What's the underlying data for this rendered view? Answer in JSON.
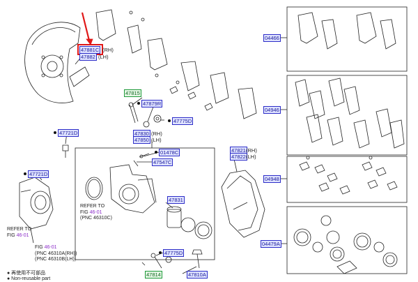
{
  "labels": {
    "p47881C": "47881C",
    "p47882": "47882",
    "p47815": "47815",
    "p47879R": "47879R",
    "p47775D_top": "47775D",
    "p47721D_a": "47721D",
    "p47721D_b": "47721D",
    "p47830": "47830",
    "p47850": "47850",
    "p01478C": "01478C",
    "p47547C": "47547C",
    "p47821": "47821",
    "p47822": "47822",
    "p47831": "47831",
    "p47775D_bot": "47775D",
    "p47814": "47814",
    "p47810A": "47810A",
    "p04466": "04466",
    "p04946": "04946",
    "p04948": "04948",
    "p04479A": "04479A"
  },
  "sides": {
    "rh": "(RH)",
    "lh": "(LH)"
  },
  "refs": {
    "left_line1": "REFER TO",
    "left_fig_prefix": "FIG ",
    "left_fig": "46-01",
    "center_line1": "REFER TO",
    "center_fig_prefix": "FIG ",
    "center_fig": "46-01",
    "center_pnc": "(PNC 46310C)",
    "bottom_fig_prefix": "FIG ",
    "bottom_fig": "46-01",
    "bottom_pnc1": "(PNC 46310A(RH))",
    "bottom_pnc2": "(PNC 46310B(LH))"
  },
  "legend": {
    "item1": "● 再使用不可部品",
    "item2": "● Non-reusable part"
  },
  "colors": {
    "label_border": "#2c2cc8",
    "label_fill": "#dfe3ff",
    "green_border": "#1f9a3a",
    "highlight": "#e01818",
    "fig_ref": "#8a2bc8"
  }
}
